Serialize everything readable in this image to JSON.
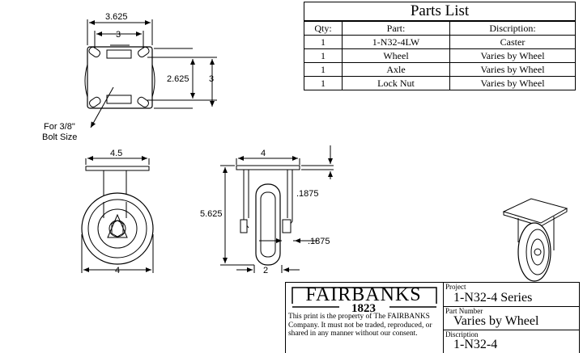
{
  "parts_list": {
    "title": "Parts List",
    "headers": [
      "Qty:",
      "Part:",
      "Discription:"
    ],
    "rows": [
      {
        "qty": "1",
        "part": "1-N32-4LW",
        "desc": "Caster"
      },
      {
        "qty": "1",
        "part": "Wheel",
        "desc": "Varies by Wheel"
      },
      {
        "qty": "1",
        "part": "Axle",
        "desc": "Varies by Wheel"
      },
      {
        "qty": "1",
        "part": "Lock Nut",
        "desc": "Varies by Wheel"
      }
    ]
  },
  "dimensions": {
    "plate_width": "3.625",
    "bolt_spacing_x": "3",
    "bolt_spacing_y": "2.625",
    "plate_length": "3",
    "bolt_note_line1": "For 3/8\"",
    "bolt_note_line2": "Bolt Size",
    "front_top_width": "4.5",
    "front_wheel_dia": "4",
    "side_top_width": "4",
    "overall_height": "5.625",
    "plate_thickness": ".1875",
    "leg_thickness": ".1875",
    "wheel_width": "2"
  },
  "title_block": {
    "company": "FAIRBANKS",
    "year": "1823",
    "notice": "This print is the property of The FAIRBANKS Company. It must not be traded, reproduced, or shared in any manner without our consent.",
    "project_label": "Project",
    "project_value": "1-N32-4 Series",
    "part_label": "Part Number",
    "part_value": "Varies by Wheel",
    "desc_label": "Discription",
    "desc_value": "1-N32-4"
  }
}
